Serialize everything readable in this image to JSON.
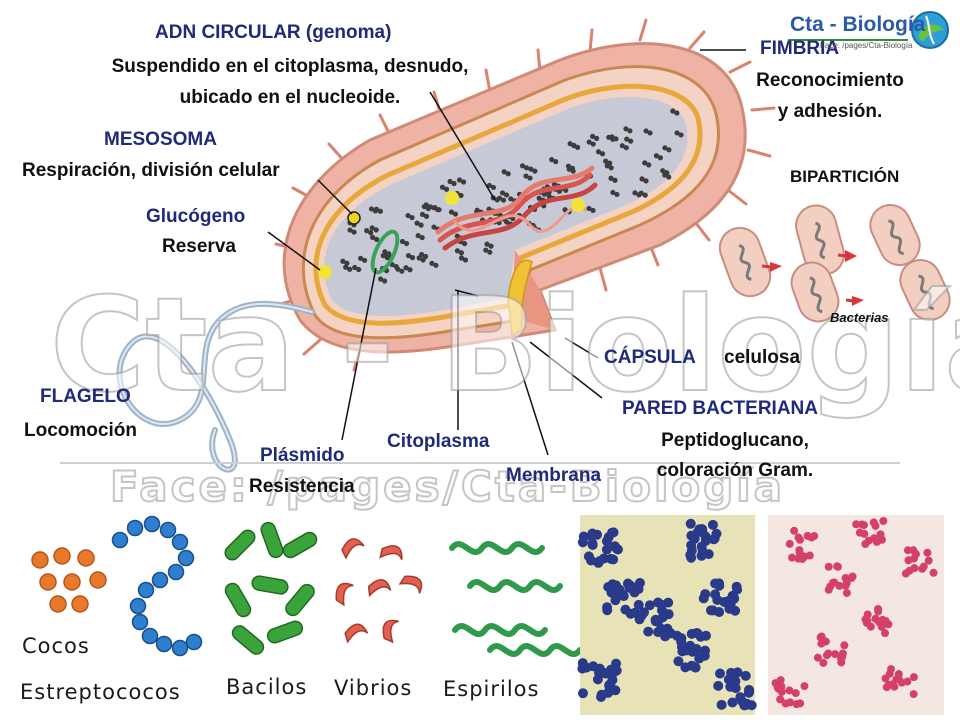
{
  "brand": {
    "title": "Cta - Biología",
    "subtitle": "Face: /pages/Cta-Biología"
  },
  "labels": {
    "adn_title": "ADN CIRCULAR (genoma)",
    "adn_desc1": "Suspendido en el citoplasma, desnudo,",
    "adn_desc2": "ubicado en el nucleoide.",
    "mesosoma_title": "MESOSOMA",
    "mesosoma_desc": "Respiración, división celular",
    "glucogeno_title": "Glucógeno",
    "glucogeno_desc": "Reserva",
    "flagelo_title": "FLAGELO",
    "flagelo_desc": "Locomoción",
    "plasmido_title": "Plásmido",
    "plasmido_desc": "Resistencia",
    "citoplasma": "Citoplasma",
    "membrana": "Membrana",
    "capsula_title": "CÁPSULA",
    "capsula_desc": "celulosa",
    "pared_title": "PARED BACTERIANA",
    "pared_desc1": "Peptidoglucano,",
    "pared_desc2": "coloración Gram.",
    "fimbria_title": "FIMBRIA",
    "fimbria_desc1": "Reconocimiento",
    "fimbria_desc2": "y adhesión.",
    "biparticion": "BIPARTICIÓN",
    "bacterias": "Bacterias"
  },
  "shapes": {
    "cocos": "Cocos",
    "estreptococos": "Estreptococos",
    "bacilos": "Bacilos",
    "vibrios": "Vibrios",
    "espirilos": "Espirilos"
  },
  "watermark": {
    "big": "Cta - Biología",
    "face": "Face: /pages/Cta-Biología"
  },
  "colors": {
    "label_blue": "#1f2a7a",
    "capsule": "#e9a493",
    "wall": "#f0c7b6",
    "cytoplasm": "#c9ccd8",
    "dna": "#d9534f",
    "gram_positive": "#2a3a8a",
    "gram_negative": "#d4406a",
    "cocos_color": "#e8782a",
    "strepto_color": "#2f7fd0",
    "bacilo_color": "#3aa33a",
    "vibrio_color": "#e2604f",
    "espirilo_color": "#2f9a4a"
  }
}
